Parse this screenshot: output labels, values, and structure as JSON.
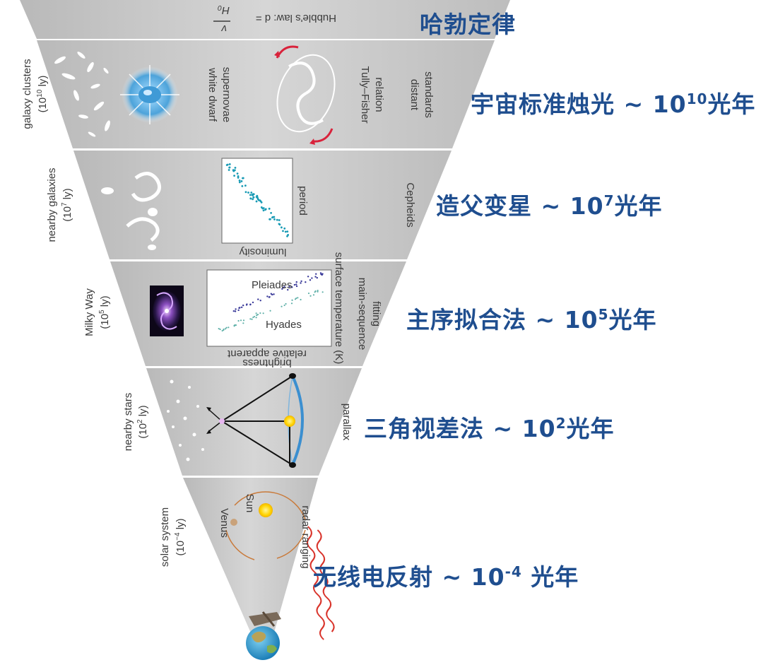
{
  "diagram": {
    "top_band": {
      "law_text": "Hubble's law: d = v/H₀",
      "law_prefix": "Hubble's law: d =",
      "law_num": "v",
      "law_den": "H₀"
    },
    "bands": [
      {
        "id": "galaxy-clusters",
        "scale_label": "galaxy clusters",
        "distance_base": "(10",
        "distance_exp": "10",
        "distance_unit": " ly)",
        "methods": [
          "white dwarf supernovae",
          "Tully–Fisher relation"
        ],
        "category": "distant standards",
        "method_line1": "white dwarf",
        "method_line2": "supernovae",
        "method2_line1": "Tully–Fisher",
        "method2_line2": "relation",
        "category_line1": "distant",
        "category_line2": "standards"
      },
      {
        "id": "nearby-galaxies",
        "scale_label": "nearby galaxies",
        "distance_base": "(10",
        "distance_exp": "7",
        "distance_unit": " ly)",
        "plot_xlabel": "luminosity",
        "plot_ylabel": "period",
        "category": "Cepheids"
      },
      {
        "id": "milky-way",
        "scale_label": "Milky Way",
        "distance_base": "(10",
        "distance_exp": "5",
        "distance_unit": " ly)",
        "plot_xlabel_line1": "relative apparent",
        "plot_xlabel_line2": "brightness",
        "plot_ylabel": "surface temperature (K)",
        "plot_annot1": "Pleiades",
        "plot_annot2": "Hyades",
        "category_line1": "main-sequence",
        "category_line2": "fitting"
      },
      {
        "id": "nearby-stars",
        "scale_label": "nearby stars",
        "distance_base": "(10",
        "distance_exp": "2",
        "distance_unit": " ly)",
        "category": "parallax"
      },
      {
        "id": "solar-system",
        "scale_label": "solar system",
        "distance_base": "(10",
        "distance_exp": "−4",
        "distance_unit": " ly)",
        "body1": "Venus",
        "body2": "Sun",
        "category": "radar ranging"
      }
    ]
  },
  "captions": [
    {
      "text": "哈勃定律",
      "sup": "",
      "after": ""
    },
    {
      "text": "宇宙标准烛光 ~ 10",
      "sup": "10",
      "after": "光年"
    },
    {
      "text": "造父变星 ~ 10",
      "sup": "7",
      "after": "光年"
    },
    {
      "text": "主序拟合法 ~ 10",
      "sup": "5",
      "after": "光年"
    },
    {
      "text": "三角视差法 ~ 10",
      "sup": "2",
      "after": "光年"
    },
    {
      "text": "无线电反射  ~ 10",
      "sup": "-4",
      "after": " 光年"
    }
  ],
  "colors": {
    "caption": "#1f4e8f",
    "band_fill": "#c9c9c9",
    "band_border": "#ffffff"
  }
}
